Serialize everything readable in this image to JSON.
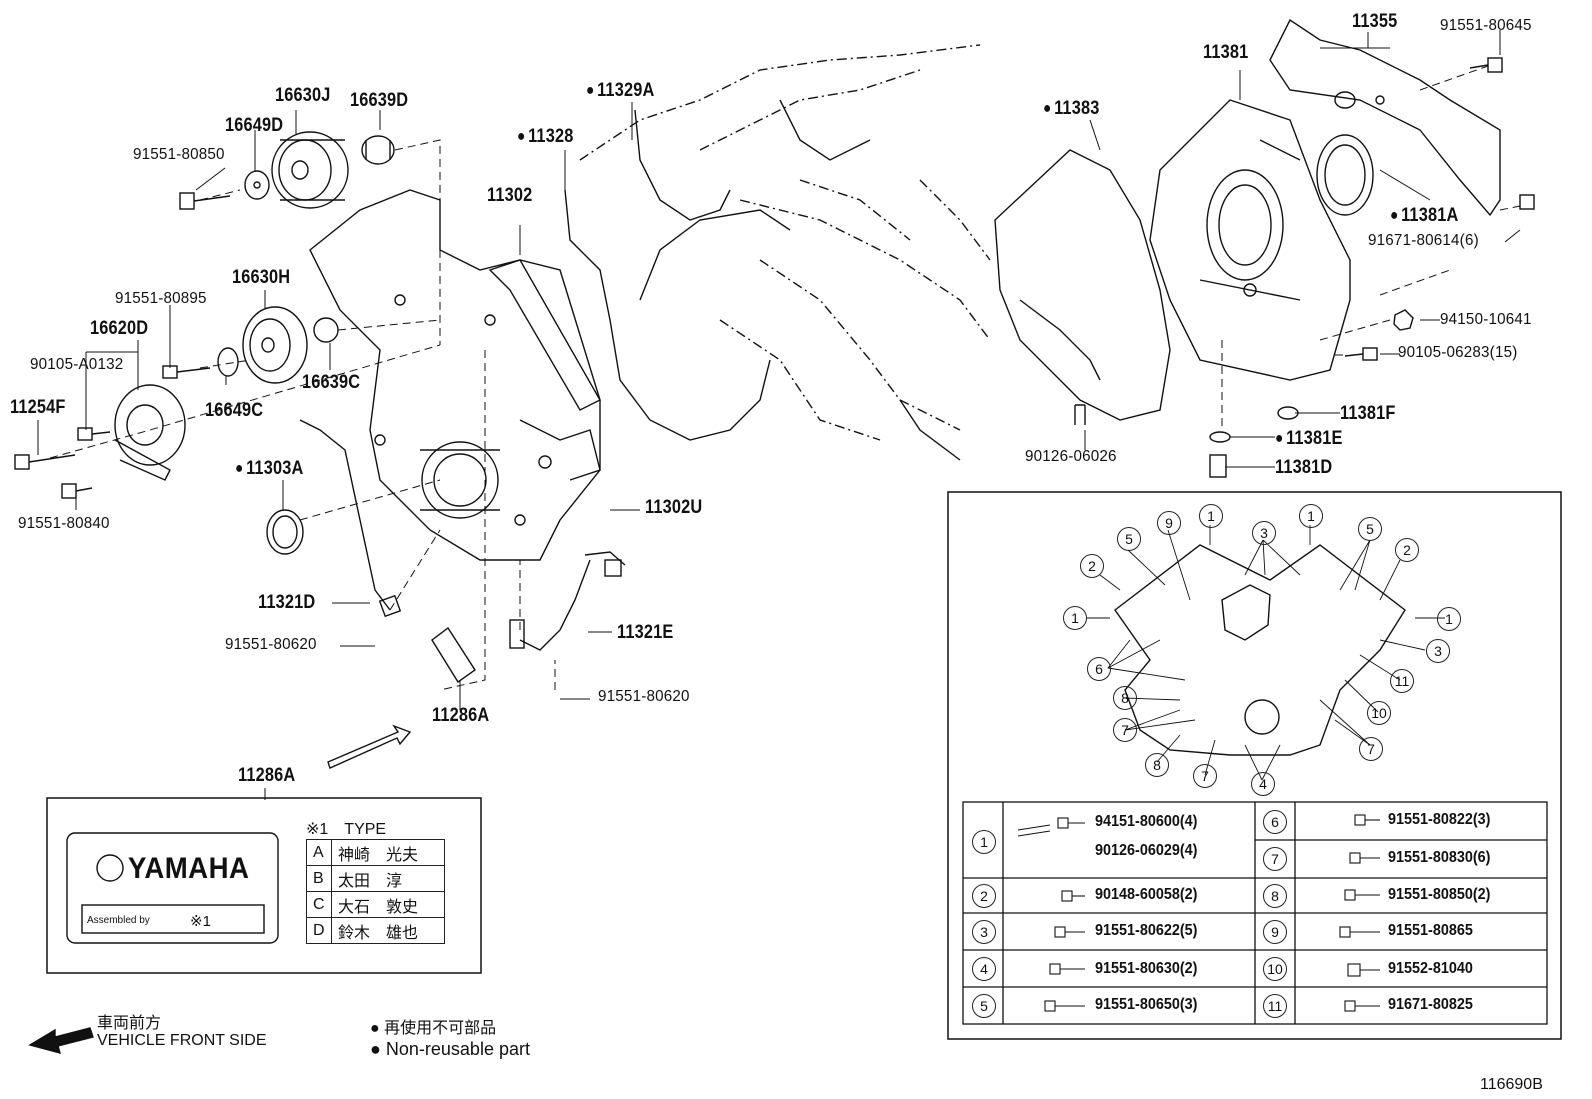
{
  "part_labels": {
    "p16630J": "16630J",
    "p16639D": "16639D",
    "p16649D": "16649D",
    "p91551_80850": "91551-80850",
    "p91551_80895": "91551-80895",
    "p16630H": "16630H",
    "p16620D": "16620D",
    "p90105_A0132": "90105-A0132",
    "p16639C": "16639C",
    "p16649C": "16649C",
    "p11254F": "11254F",
    "p11303A": "11303A",
    "p91551_80840": "91551-80840",
    "p11321D": "11321D",
    "p91551_80620a": "91551-80620",
    "p11286A_tag": "11286A",
    "p11286A_box": "11286A",
    "p91551_80620b": "91551-80620",
    "p11321E": "11321E",
    "p11302U": "11302U",
    "p11302": "11302",
    "p11328": "11328",
    "p11329A": "11329A",
    "p11383": "11383",
    "p11381": "11381",
    "p11355": "11355",
    "p91551_80645": "91551-80645",
    "p11381A": "11381A",
    "p91671_80614": "91671-80614(6)",
    "p94150_10641": "94150-10641",
    "p90105_06283": "90105-06283(15)",
    "p11381F": "11381F",
    "p11381E": "11381E",
    "p11381D": "11381D",
    "p90126_06026": "90126-06026"
  },
  "label_card": {
    "brand": "YAMAHA",
    "assembled_by": "Assembled by",
    "assembled_ref": "※1",
    "type_header": "※1　TYPE",
    "types": [
      {
        "code": "A",
        "name": "神崎　光夫"
      },
      {
        "code": "B",
        "name": "太田　淳"
      },
      {
        "code": "C",
        "name": "大石　敦史"
      },
      {
        "code": "D",
        "name": "鈴木　雄也"
      }
    ]
  },
  "bolt_callouts": [
    "9",
    "1",
    "3",
    "1",
    "5",
    "5",
    "2",
    "2",
    "1",
    "1",
    "3",
    "6",
    "11",
    "8",
    "10",
    "7",
    "7",
    "8",
    "7",
    "4"
  ],
  "bolt_table": [
    {
      "n": "1",
      "parts": [
        "94151-80600(4)",
        "90126-06029(4)"
      ]
    },
    {
      "n": "2",
      "parts": [
        "90148-60058(2)"
      ]
    },
    {
      "n": "3",
      "parts": [
        "91551-80622(5)"
      ]
    },
    {
      "n": "4",
      "parts": [
        "91551-80630(2)"
      ]
    },
    {
      "n": "5",
      "parts": [
        "91551-80650(3)"
      ]
    },
    {
      "n": "6",
      "parts": [
        "91551-80822(3)"
      ]
    },
    {
      "n": "7",
      "parts": [
        "91551-80830(6)"
      ]
    },
    {
      "n": "8",
      "parts": [
        "91551-80850(2)"
      ]
    },
    {
      "n": "9",
      "parts": [
        "91551-80865"
      ]
    },
    {
      "n": "10",
      "parts": [
        "91552-81040"
      ]
    },
    {
      "n": "11",
      "parts": [
        "91671-80825"
      ]
    }
  ],
  "legend": {
    "front_jp": "車両前方",
    "front_en": "VEHICLE FRONT SIDE",
    "nonreuse_jp": "再使用不可部品",
    "nonreuse_en": "Non-reusable part"
  },
  "figure_id": "116690B"
}
